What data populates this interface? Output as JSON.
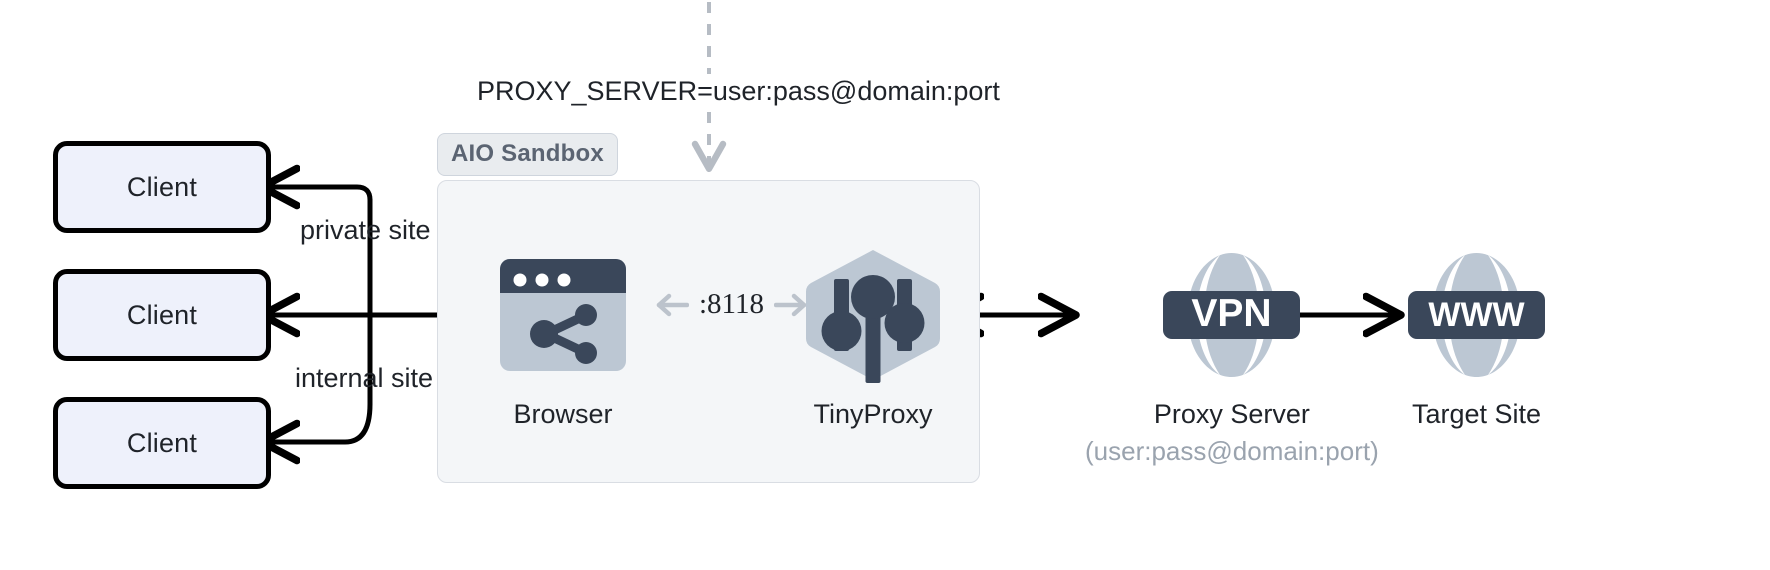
{
  "diagram": {
    "title": "AIO Sandbox proxy traffic flow",
    "env_var": "PROXY_SERVER=user:pass@domain:port",
    "sandbox_badge": "AIO Sandbox",
    "colors": {
      "dark_slate": "#3a475a",
      "light_slate": "#bcc7d3",
      "client_fill": "#eef1fb",
      "client_border": "#000000",
      "sandbox_fill": "#f4f6f8",
      "sandbox_border": "#d9dde3",
      "muted_text": "#9aa3ae",
      "badge_text": "#5b6472",
      "arrow": "#000000",
      "dashed_arrow": "#b6bcc4"
    }
  },
  "clients": [
    {
      "label": "Client",
      "name": "client-box-1"
    },
    {
      "label": "Client",
      "name": "client-box-2"
    },
    {
      "label": "Client",
      "name": "client-box-3"
    }
  ],
  "edge_labels": {
    "private_site": "private site",
    "internal_site": "internal site"
  },
  "nodes": {
    "browser": {
      "caption": "Browser",
      "icon": "browser-window-share-icon"
    },
    "tinyproxy": {
      "caption": "TinyProxy",
      "icon": "hexagon-sliders-icon",
      "port": ":8118"
    },
    "proxy_server": {
      "caption": "Proxy Server",
      "subcaption": "(user:pass@domain:port)",
      "icon": "globe-vpn-icon",
      "badge_text": "VPN"
    },
    "target_site": {
      "caption": "Target Site",
      "icon": "globe-www-icon",
      "badge_text": "WWW"
    }
  }
}
